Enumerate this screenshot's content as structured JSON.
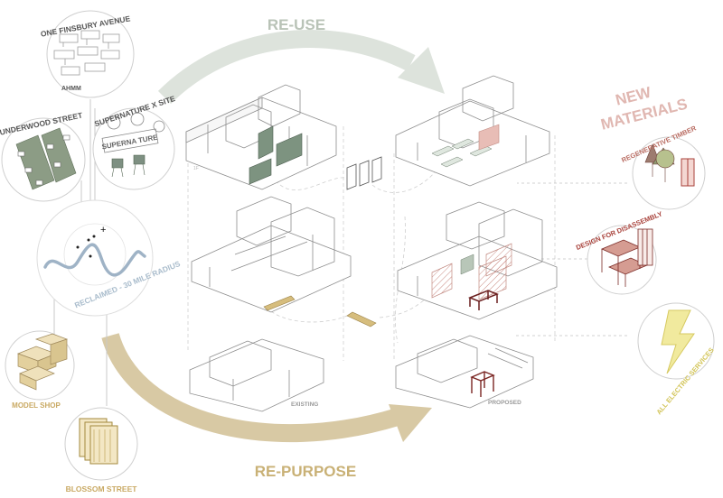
{
  "flows": {
    "reuse_label": "RE-USE",
    "repurpose_label": "RE-PURPOSE"
  },
  "sources": {
    "one_finsbury": "ONE FINSBURY AVENUE",
    "ahmm": "AHMM",
    "underwood": "UNDERWOOD STREET",
    "supernature": "SUPERNATURE X SITE",
    "supernature_sign": "SUPERNA TURE",
    "reclaimed": "RECLAIMED - 30 MILE RADIUS",
    "model_shop": "MODEL SHOP",
    "blossom": "BLOSSOM STREET"
  },
  "plans": {
    "existing": "EXISTING",
    "proposed": "PROPOSED",
    "floor_tag": "1F"
  },
  "new_materials": {
    "title_line1": "NEW",
    "title_line2": "MATERIALS",
    "timber": "REGENERATIVE TIMBER",
    "disassembly": "DESIGN FOR DISASSEMBLY",
    "electric": "ALL ELECTRIC SERVICES"
  },
  "colors": {
    "reuse_arrow": "#dde3dc",
    "repurpose_arrow": "#d8c9a4",
    "material_pink": "#d9a29a",
    "deep_red": "#8e2f2c",
    "sage": "#7c8f76",
    "gold": "#d8bd72",
    "label_grey": "#9a9a9a",
    "line_grey": "#bdbdbd"
  }
}
